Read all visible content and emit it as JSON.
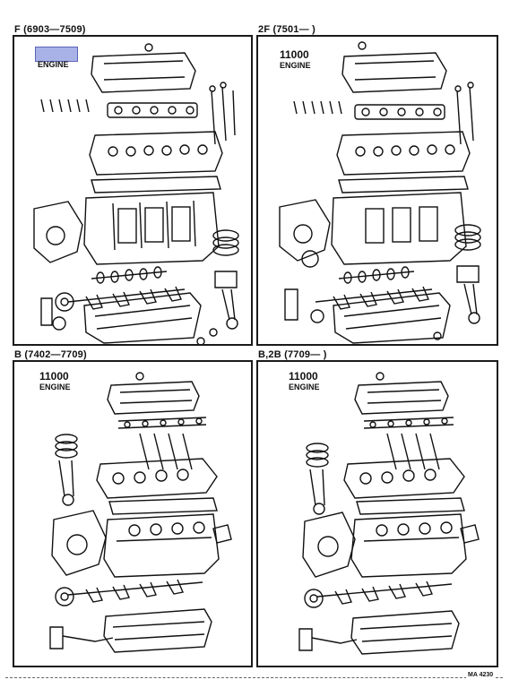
{
  "panels": [
    {
      "id": "f",
      "title": "F (6903—7509)",
      "engine_code": "",
      "engine_word": "ENGINE",
      "label_box_color": "#a9b2e6"
    },
    {
      "id": "2f",
      "title": "2F (7501—        )",
      "engine_code": "11000",
      "engine_word": "ENGINE"
    },
    {
      "id": "b",
      "title": "B (7402—7709)",
      "engine_code": "11000",
      "engine_word": "ENGINE"
    },
    {
      "id": "b2b",
      "title": "B,2B (7709—        )",
      "engine_code": "11000",
      "engine_word": "ENGINE"
    }
  ],
  "reference": "MA 4230"
}
